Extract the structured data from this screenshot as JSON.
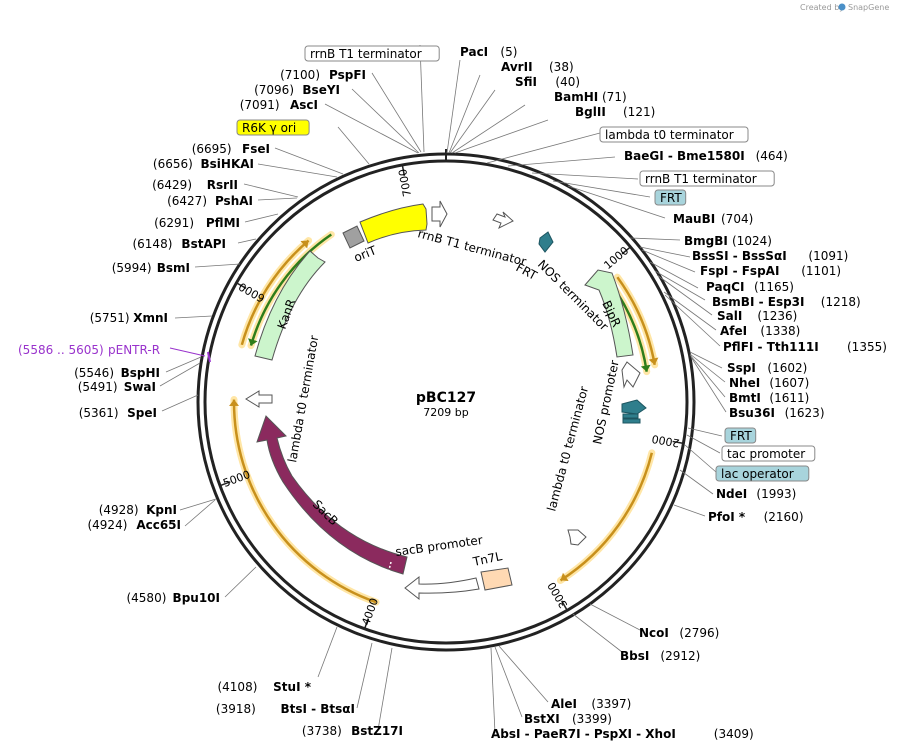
{
  "credit": {
    "prefix": "Created by",
    "brand": "SnapGene"
  },
  "plasmid": {
    "name": "pBC127",
    "size_label": "7209 bp",
    "length": 7209
  },
  "colors": {
    "backbone": "#222222",
    "orit": "#ffff00",
    "kanr": "#ccf5cc",
    "bjpr": "#ccf5cc",
    "sacb": "#8b2a5e",
    "tn7l": "#ffd9b3",
    "arrow_orange": "#c8901c",
    "arrow_green": "#2f7d1a",
    "highlight": "#ffe6a6",
    "frt": "#2f7e8c",
    "primer": "#9933cc",
    "label_box": "#a8d4dc",
    "r6k": "#ffff00"
  },
  "ticks": [
    {
      "pos": 1000,
      "label": "1000"
    },
    {
      "pos": 2000,
      "label": "2000"
    },
    {
      "pos": 3000,
      "label": "3000"
    },
    {
      "pos": 4000,
      "label": "4000"
    },
    {
      "pos": 5000,
      "label": "5000"
    },
    {
      "pos": 6000,
      "label": "6000"
    },
    {
      "pos": 7000,
      "label": "7000"
    }
  ],
  "enzymes_right": [
    {
      "name": "PacI",
      "pos": "(5)"
    },
    {
      "name": "AvrII",
      "pos": "(38)"
    },
    {
      "name": "SfiI",
      "pos": "(40)"
    },
    {
      "name": "BamHI",
      "pos": "(71)"
    },
    {
      "name": "BglII",
      "pos": "(121)"
    },
    {
      "name": "BaeGI - Bme1580I",
      "pos": "(464)"
    },
    {
      "name": "MauBI",
      "pos": "(704)"
    },
    {
      "name": "BmgBI",
      "pos": "(1024)"
    },
    {
      "name": "BssSI - BssSαI",
      "pos": "(1091)"
    },
    {
      "name": "FspI - FspAI",
      "pos": "(1101)"
    },
    {
      "name": "PaqCI",
      "pos": "(1165)"
    },
    {
      "name": "BsmBI - Esp3I",
      "pos": "(1218)"
    },
    {
      "name": "SalI",
      "pos": "(1236)"
    },
    {
      "name": "AfeI",
      "pos": "(1338)"
    },
    {
      "name": "PflFI - Tth111I",
      "pos": "(1355)"
    },
    {
      "name": "SspI",
      "pos": "(1602)"
    },
    {
      "name": "NheI",
      "pos": "(1607)"
    },
    {
      "name": "BmtI",
      "pos": "(1611)"
    },
    {
      "name": "Bsu36I",
      "pos": "(1623)"
    },
    {
      "name": "NdeI",
      "pos": "(1993)"
    },
    {
      "name": "PfoI *",
      "pos": "(2160)"
    },
    {
      "name": "NcoI",
      "pos": "(2796)"
    },
    {
      "name": "BbsI",
      "pos": "(2912)"
    },
    {
      "name": "AleI",
      "pos": "(3397)"
    },
    {
      "name": "BstXI",
      "pos": "(3399)"
    },
    {
      "name": "AbsI - PaeR7I - PspXI - XhoI",
      "pos": "(3409)"
    }
  ],
  "enzymes_left": [
    {
      "name": "PspFI",
      "pos": "(7100)"
    },
    {
      "name": "BseYI",
      "pos": "(7096)"
    },
    {
      "name": "AscI",
      "pos": "(7091)"
    },
    {
      "name": "FseI",
      "pos": "(6695)"
    },
    {
      "name": "BsiHKAI",
      "pos": "(6656)"
    },
    {
      "name": "RsrII",
      "pos": "(6429)"
    },
    {
      "name": "PshAI",
      "pos": "(6427)"
    },
    {
      "name": "PflMI",
      "pos": "(6291)"
    },
    {
      "name": "BstAPI",
      "pos": "(6148)"
    },
    {
      "name": "BsmI",
      "pos": "(5994)"
    },
    {
      "name": "XmnI",
      "pos": "(5751)"
    },
    {
      "name": "BspHI",
      "pos": "(5546)"
    },
    {
      "name": "SwaI",
      "pos": "(5491)"
    },
    {
      "name": "SpeI",
      "pos": "(5361)"
    },
    {
      "name": "KpnI",
      "pos": "(4928)"
    },
    {
      "name": "Acc65I",
      "pos": "(4924)"
    },
    {
      "name": "Bpu10I",
      "pos": "(4580)"
    },
    {
      "name": "StuI *",
      "pos": "(4108)"
    },
    {
      "name": "BtsI - BtsαI",
      "pos": "(3918)"
    },
    {
      "name": "BstZ17I",
      "pos": "(3738)"
    }
  ],
  "feature_boxes": [
    {
      "text": "rrnB T1 terminator",
      "style": "white"
    },
    {
      "text": "R6K γ ori",
      "style": "yellow"
    },
    {
      "text": "lambda t0 terminator",
      "style": "white"
    },
    {
      "text": "rrnB T1 terminator",
      "style": "white"
    },
    {
      "text": "FRT",
      "style": "blue"
    },
    {
      "text": "FRT",
      "style": "blue"
    },
    {
      "text": "tac promoter",
      "style": "white"
    },
    {
      "text": "lac operator",
      "style": "blue"
    }
  ],
  "primer": {
    "name": "pENTR-R",
    "pos": "(5586 .. 5605)"
  },
  "inner_labels": [
    {
      "text": "oriT"
    },
    {
      "text": "rrnB T1 terminator"
    },
    {
      "text": "FRT"
    },
    {
      "text": "NOS terminator"
    },
    {
      "text": "BjpR"
    },
    {
      "text": "NOS promoter"
    },
    {
      "text": "lambda t0 terminator"
    },
    {
      "text": "KanR"
    },
    {
      "text": "lambda t0 terminator"
    },
    {
      "text": "SacB"
    },
    {
      "text": "sacB promoter"
    },
    {
      "text": "Tn7L"
    }
  ]
}
